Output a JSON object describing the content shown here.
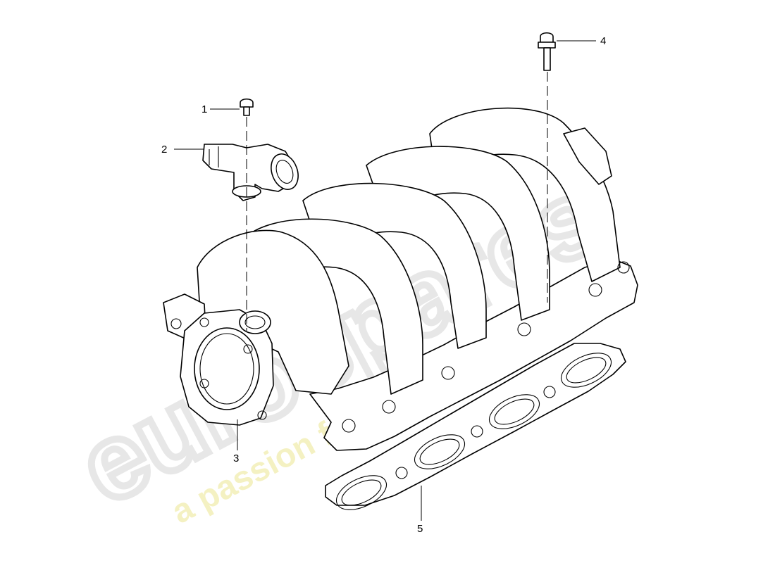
{
  "watermark": {
    "brand": "eurospares",
    "tagline": "a passion for parts since 1985"
  },
  "callouts": [
    {
      "id": "1",
      "label": "1"
    },
    {
      "id": "2",
      "label": "2"
    },
    {
      "id": "3",
      "label": "3"
    },
    {
      "id": "4",
      "label": "4"
    },
    {
      "id": "5",
      "label": "5"
    }
  ],
  "colors": {
    "line": "#000000",
    "watermark_gray": "#e6e6e6",
    "watermark_yellow": "#f2eeb0"
  }
}
